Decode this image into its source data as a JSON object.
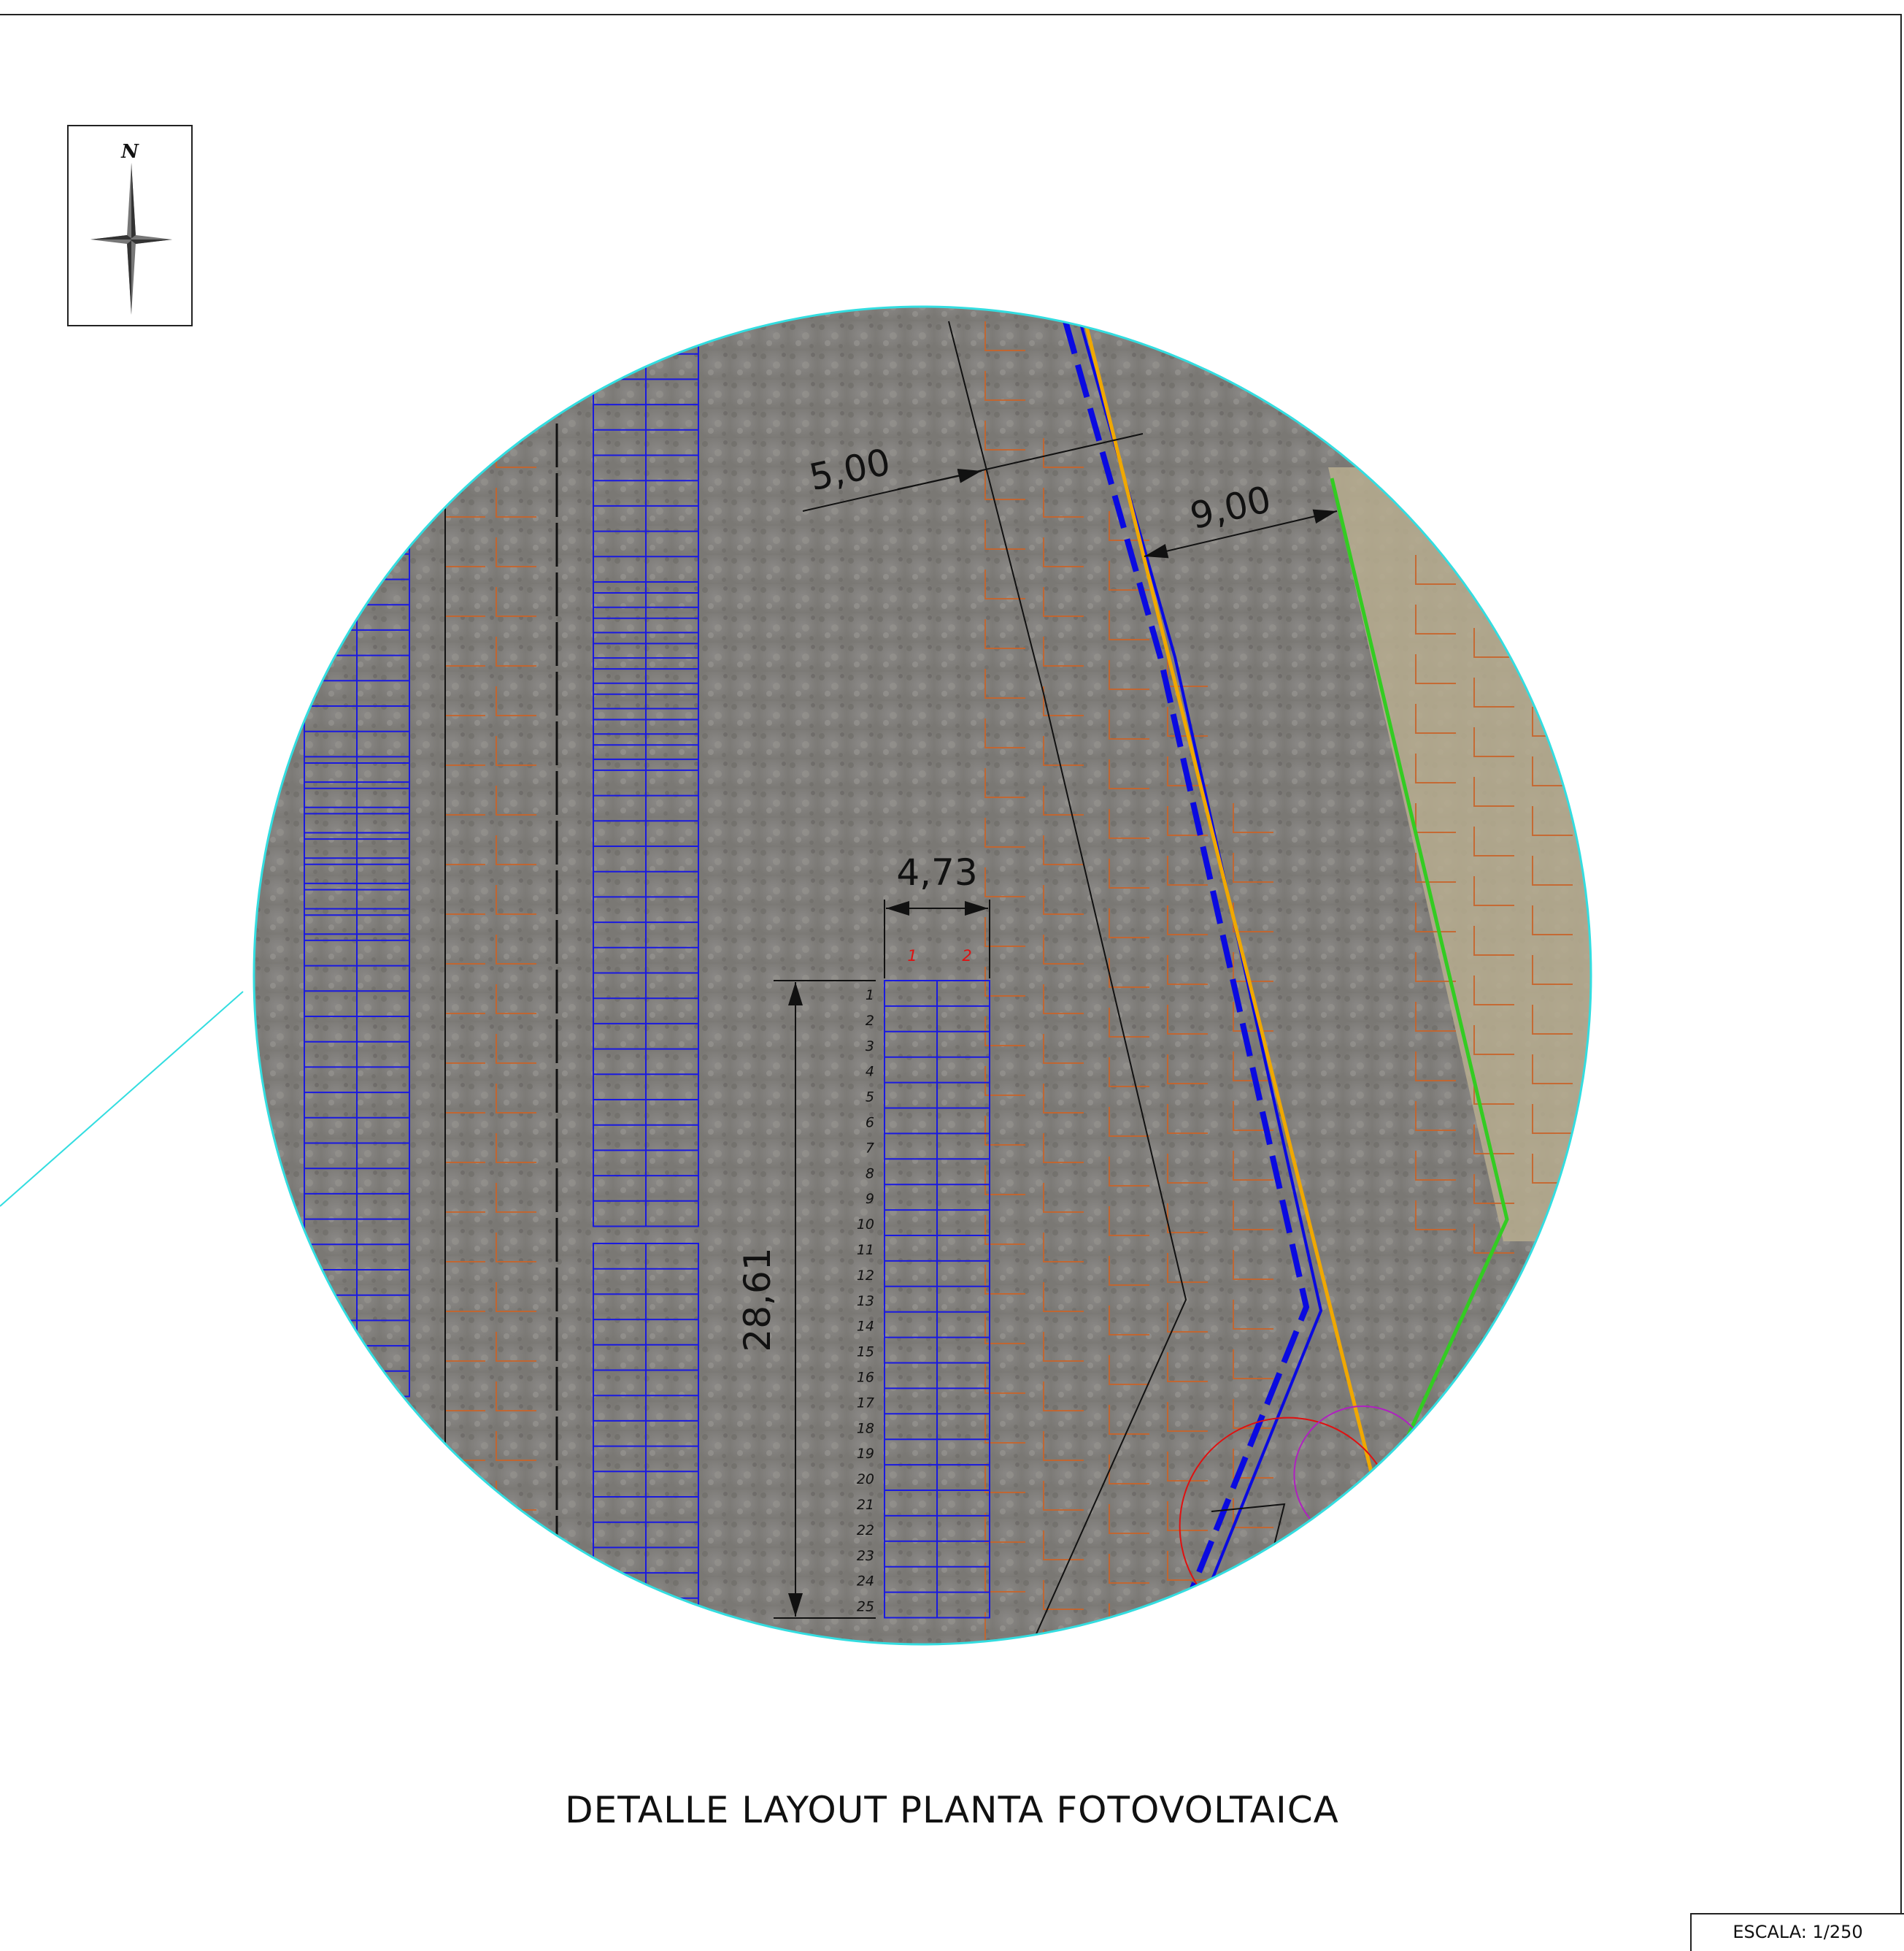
{
  "drawing": {
    "title": "DETALLE LAYOUT PLANTA FOTOVOLTAICA",
    "scale_label": "ESCALA: 1/250",
    "north_label": "N"
  },
  "dimensions": {
    "road_setback": "5,00",
    "fence_setback": "9,00",
    "table_width": "4,73",
    "table_length": "28,61"
  },
  "table_detail": {
    "columns": [
      "1",
      "2"
    ],
    "rows": [
      "1",
      "2",
      "3",
      "4",
      "5",
      "6",
      "7",
      "8",
      "9",
      "10",
      "11",
      "12",
      "13",
      "14",
      "15",
      "16",
      "17",
      "18",
      "19",
      "20",
      "21",
      "22",
      "23",
      "24",
      "25"
    ]
  },
  "colors": {
    "panel_outline": "#1a1adf",
    "fence_line": "#f0a800",
    "boundary_line": "#33cc22",
    "cable_trench": "#0a0ae0",
    "grid_hatch": "#c8642a",
    "viewport_outline": "#33dde0",
    "row_number_text": "#111111",
    "column_number_text": "#e01010"
  }
}
